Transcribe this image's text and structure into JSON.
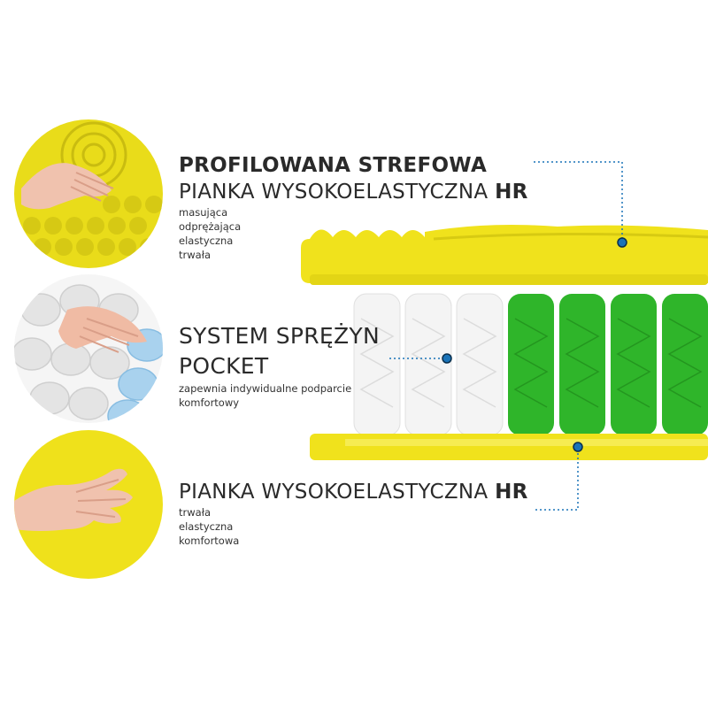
{
  "sections": [
    {
      "title_line1": "PROFILOWANA STREFOWA",
      "title_line2": "PIANKA WYSOKOELASTYCZNA",
      "title_line2_bold": "HR",
      "features": [
        "masująca",
        "odprężająca",
        "elastyczna",
        "trwała"
      ]
    },
    {
      "title_line1": "SYSTEM SPRĘŻYN",
      "title_line2": "POCKET",
      "features": [
        "zapewnia indywidualne podparcie",
        "komfortowy"
      ]
    },
    {
      "title_line1": "PIANKA WYSOKOELASTYCZNA",
      "title_line1_bold": "HR",
      "features": [
        "trwała",
        "elastyczna",
        "komfortowa"
      ]
    }
  ],
  "colors": {
    "foam_yellow": "#f0e21c",
    "spring_green": "#2fb52a",
    "spring_white": "#f4f4f4",
    "marker_blue": "#1a73b8",
    "text": "#2a2a2a"
  }
}
